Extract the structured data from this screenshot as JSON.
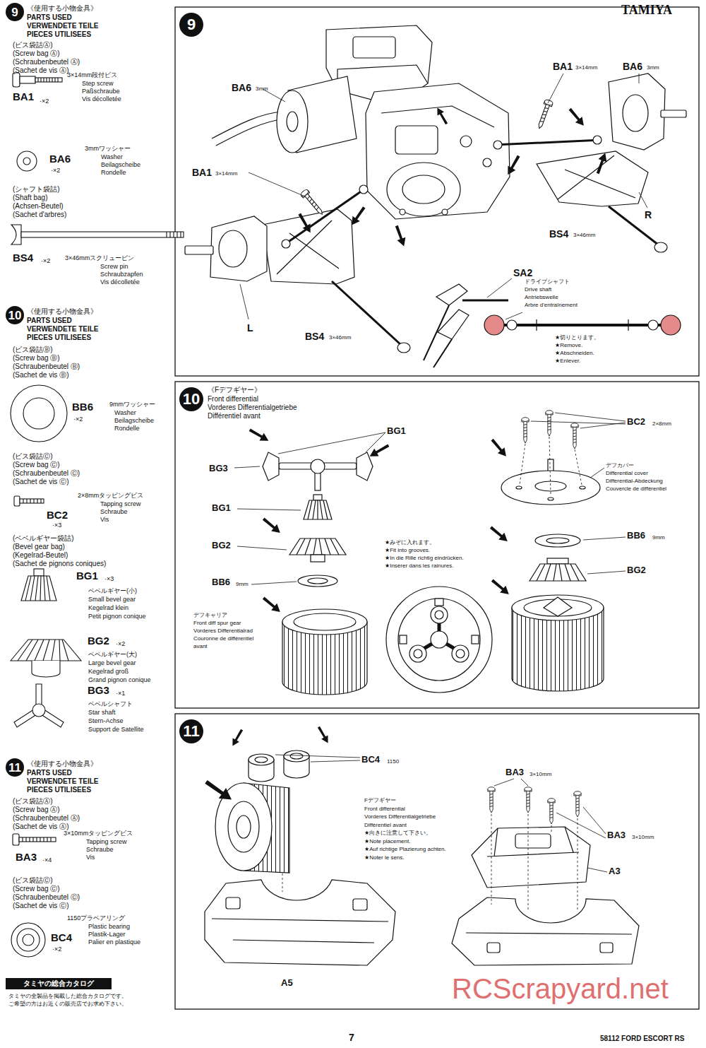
{
  "diagram": {
    "nodes": [
      {
        "text": [
          "9"
        ]
      },
      {
        "text": [
          "9"
        ]
      },
      {
        "text": [
          "10"
        ]
      },
      {
        "text": [
          "10"
        ]
      },
      {
        "text": [
          "11"
        ]
      },
      {
        "text": [
          "11"
        ]
      },
      {
        "text": [
          "タミヤの総合カタログ"
        ]
      }
    ],
    "labels": [
      "TAMIYA",
      "《使用する小物金具》",
      "PARTS USED",
      "VERWENDETE TEILE",
      "PIECES UTILISEES",
      "(ビス袋詰Ⓐ)",
      "(Screw bag Ⓐ)",
      "(Schraubenbeutel Ⓐ)",
      "(Sachet de vis Ⓐ)",
      "3×14mm段付ビス",
      "Step screw",
      "Paßschraube",
      "Vis décolletée",
      "BA1",
      "·×2",
      "BA6",
      "·×2",
      "3mmワッシャー",
      "Washer",
      "Beilagscheibe",
      "Rondelle",
      "(シャフト袋詰)",
      "(Shaft bag)",
      "(Achsen-Beutel)",
      "(Sachet d'arbres)",
      "BS4",
      "·×2",
      "3×46mmスクリューピン",
      "Screw pin",
      "Schraubzapfen",
      "Vis décolletée",
      "《使用する小物金具》",
      "PARTS USED",
      "VERWENDETE TEILE",
      "PIECES UTILISEES",
      "(ビス袋詰Ⓑ)",
      "(Screw bag Ⓑ)",
      "(Schraubenbeutel Ⓑ)",
      "(Sachet de vis Ⓑ)",
      "BB6",
      "·×2",
      "9mmワッシャー",
      "Washer",
      "Beilagscheibe",
      "Rondelle",
      "(ビス袋詰Ⓒ)",
      "(Screw bag Ⓒ)",
      "(Schraubenbeutel Ⓒ)",
      "(Sachet de vis Ⓒ)",
      "BC2",
      "·×3",
      "2×8mmタッピングビス",
      "Tapping screw",
      "Schraube",
      "Vis",
      "(ベベルギヤー袋詰)",
      "(Bevel gear bag)",
      "(Kegelrad-Beutel)",
      "(Sachet de pignons coniques)",
      "BG1",
      "·×3",
      "ベベルギヤー(小)",
      "Small bevel gear",
      "Kegelrad klein",
      "Petit pignon conique",
      "BG2",
      "·×2",
      "ベベルギヤー(大)",
      "Large bevel gear",
      "Kegelrad groß",
      "Grand pignon conique",
      "BG3",
      "·×1",
      "ベベルシャフト",
      "Star shaft",
      "Stern-Achse",
      "Support de Satellite",
      "《使用する小物金具》",
      "PARTS USED",
      "VERWENDETE TEILE",
      "PIECES UTILISEES",
      "(ビス袋詰Ⓐ)",
      "(Screw bag Ⓐ)",
      "(Schraubenbeutel Ⓐ)",
      "(Sachet de vis Ⓐ)",
      "3×10mmタッピングビス",
      "Tapping screw",
      "Schraube",
      "Vis",
      "BA3",
      "·×4",
      "(ビス袋詰Ⓒ)",
      "(Screw bag Ⓒ)",
      "(Schraubenbeutel Ⓒ)",
      "(Sachet de vis Ⓒ)",
      "1150プラベアリング",
      "Plastic bearing",
      "Plastik-Lager",
      "Palier en plastique",
      "BC4",
      "·×2",
      "タミヤの全製品を掲載した総合カタログです。",
      "ご希望の方はお近くの販売店でお求め下さい。",
      "BA6",
      "3mm",
      "BA1",
      "3×14mm",
      "BA6",
      "3mm",
      "BA1",
      "3×14mm",
      "R",
      "BS4",
      "3×46mm",
      "SA2",
      "ドライブシャフト",
      "Drive shaft",
      "Antriebswelle",
      "Arbre d'entraînement",
      "L",
      "BS4",
      "3×46mm",
      "★切りとります。",
      "★Remove.",
      "★Abschneiden.",
      "★Enlever.",
      "《Fデフギヤー》",
      "Front differential",
      "Vorderes Differentialgetriebe",
      "Différentiel avant",
      "BG1",
      "BG3",
      "BG1",
      "BG2",
      "BB6",
      "9mm",
      "デフキャリア",
      "Front diff spur gear",
      "Vorderes Differentialrad",
      "Couronne de différentiel",
      "avant",
      "★みぞに入れます。",
      "★Fit into grooves.",
      "★In die Rille richtig eindrücken.",
      "★Insérer dans les rainures.",
      "BC2",
      "2×8mm",
      "デフカバー",
      "Differential cover",
      "Differential-Abdeckung",
      "Couvercle de différentiel",
      "BB6",
      "9mm",
      "BG2",
      "BC4",
      "1150",
      "Fデフギヤー",
      "Front differential",
      "Vorderes Differentialgetriebe",
      "Différentiel avant",
      "★向きに注意して下さい。",
      "★Note placement.",
      "★Auf richtige Plazierung achten.",
      "★Noter le sens.",
      "A5",
      "BA3",
      "3×10mm",
      "BA3",
      "3×10mm",
      "A3",
      "7",
      "58112 FORD ESCORT RS",
      "RCScrapyard.net"
    ]
  }
}
